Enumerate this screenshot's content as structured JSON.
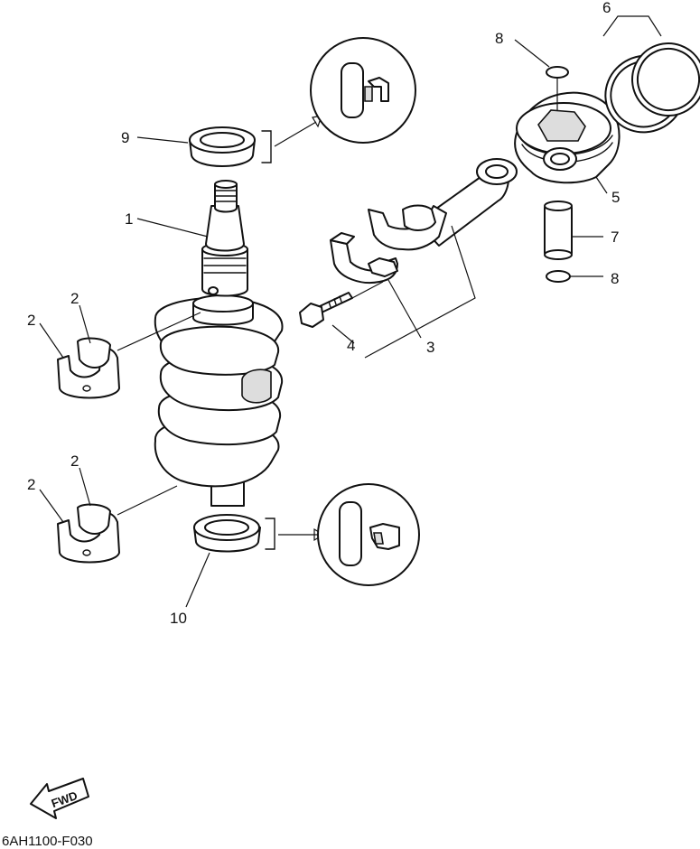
{
  "callouts": {
    "c1": "1",
    "c2a": "2",
    "c2b": "2",
    "c2c": "2",
    "c2d": "2",
    "c3": "3",
    "c4": "4",
    "c5": "5",
    "c6": "6",
    "c7": "7",
    "c8a": "8",
    "c8b": "8",
    "c9": "9",
    "c10": "10"
  },
  "direction_label": "FWD",
  "diagram_code": "6AH1100-F030"
}
